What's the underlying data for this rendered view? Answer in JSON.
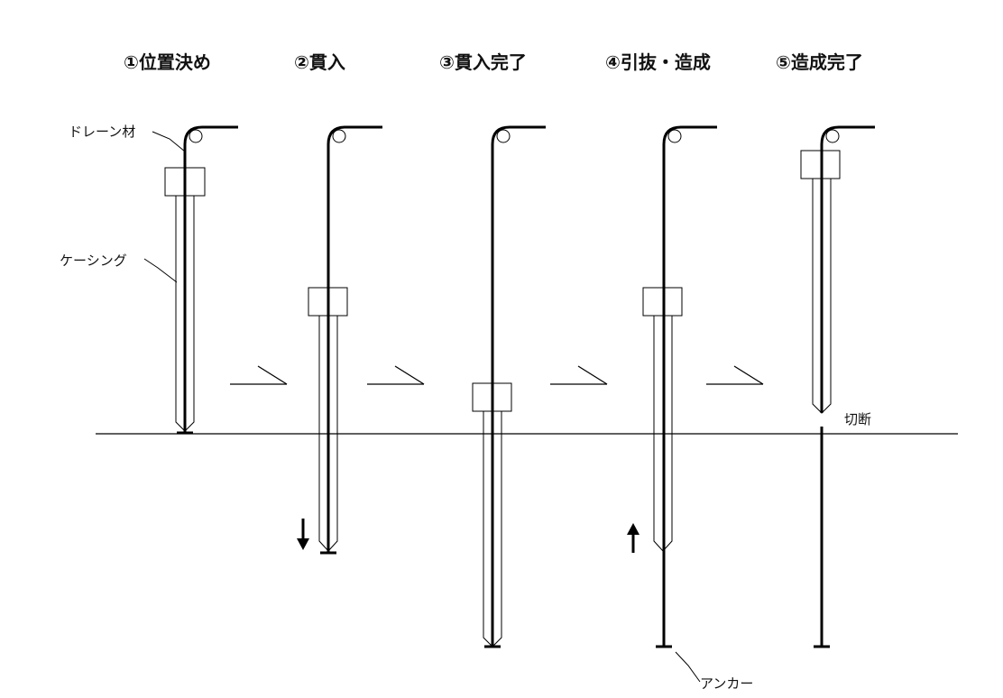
{
  "steps": [
    {
      "title": "①位置決め"
    },
    {
      "title": "②貫入"
    },
    {
      "title": "③貫入完了"
    },
    {
      "title": "④引抜・造成"
    },
    {
      "title": "⑤造成完了"
    }
  ],
  "labels": {
    "drain": "ドレーン材",
    "casing": "ケーシング",
    "cut": "切断",
    "anchor": "アンカー"
  },
  "colors": {
    "line": "#000000",
    "background": "#ffffff"
  }
}
